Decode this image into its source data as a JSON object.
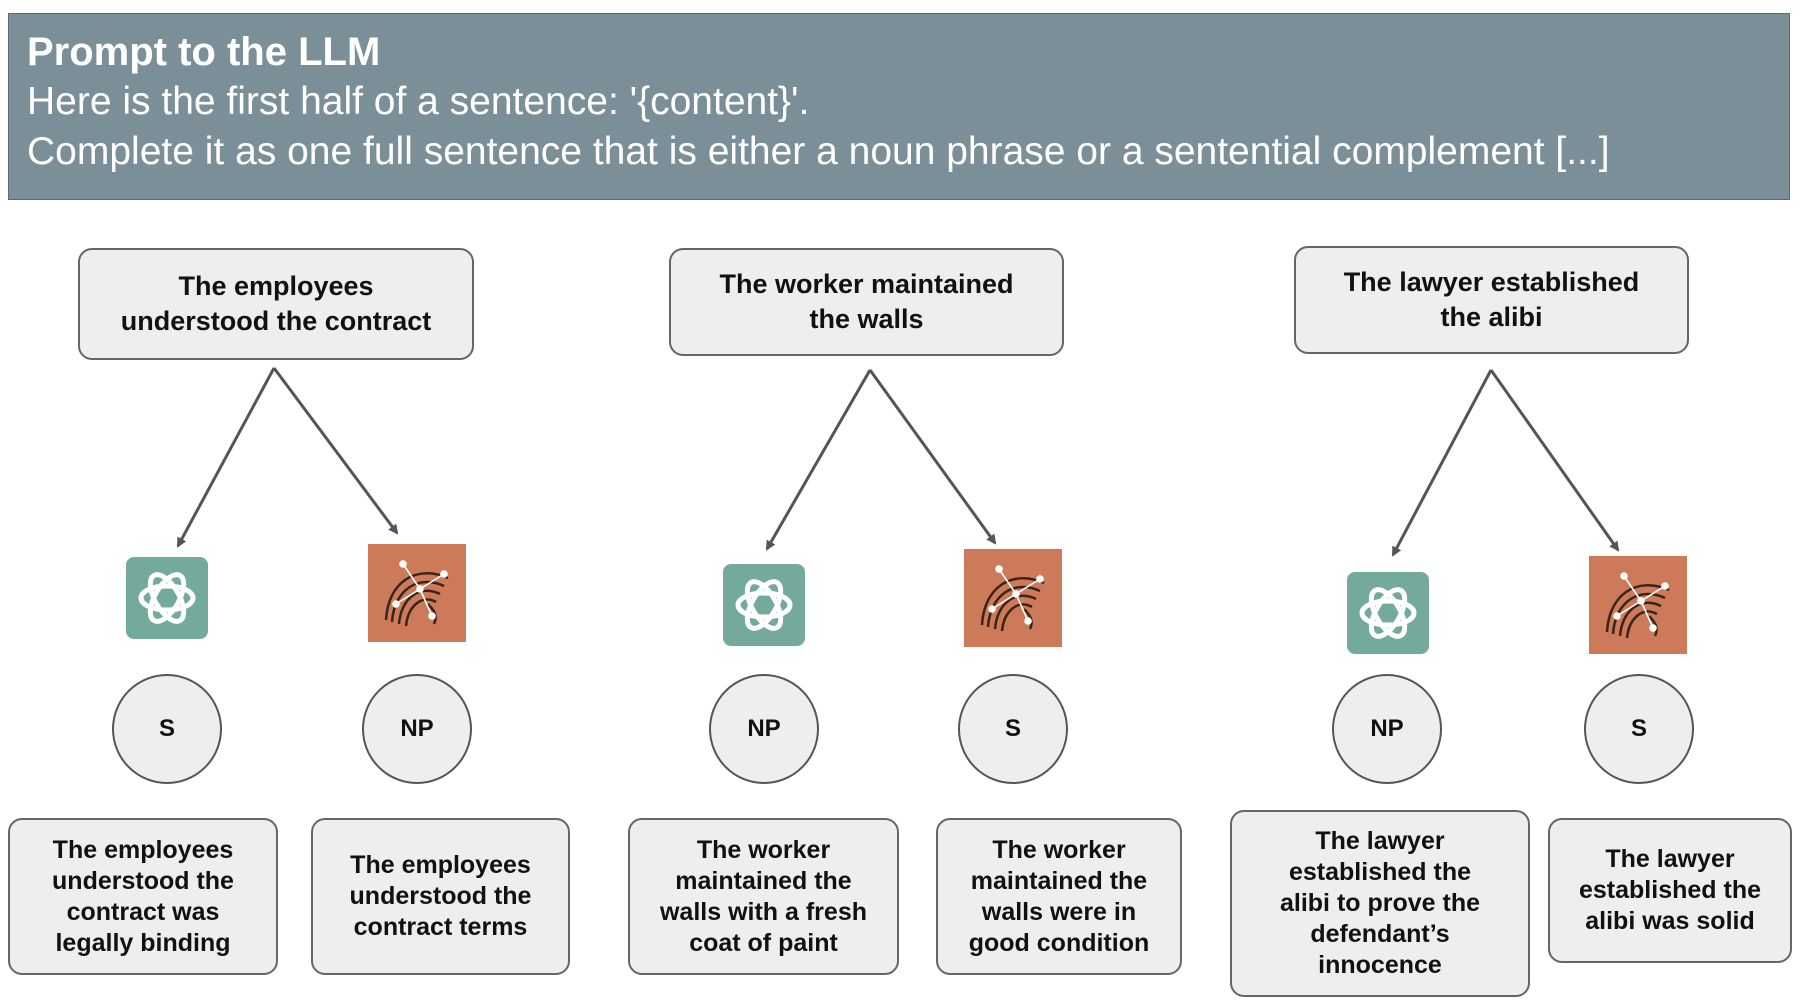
{
  "prompt": {
    "title": "Prompt to the LLM",
    "line1": "Here is the first half of a sentence: '{content}'.",
    "line2": "Complete it as one full sentence that is either a noun phrase or a sentential complement [...]"
  },
  "colors": {
    "banner": "#7b8f99",
    "box_fill": "#eeeeee",
    "arrow": "#555555",
    "gpt_icon": "#74aa9c",
    "claude_icon": "#cc7a5a"
  },
  "icons": {
    "left_model": "openai-logo-icon",
    "right_model": "claude-logo-icon"
  },
  "examples": [
    {
      "prompt_text": "The employees understood the contract",
      "left": {
        "label": "S",
        "completion": "The employees understood the contract was legally binding"
      },
      "right": {
        "label": "NP",
        "completion": "The employees understood the contract terms"
      }
    },
    {
      "prompt_text": "The worker maintained the walls",
      "left": {
        "label": "NP",
        "completion": "The worker maintained the walls with a fresh coat of paint"
      },
      "right": {
        "label": "S",
        "completion": "The worker maintained the walls were in good condition"
      }
    },
    {
      "prompt_text": "The lawyer established the alibi",
      "left": {
        "label": "NP",
        "completion": "The lawyer established the alibi to prove the defendant’s innocence"
      },
      "right": {
        "label": "S",
        "completion": "The lawyer established the alibi was solid"
      }
    }
  ]
}
